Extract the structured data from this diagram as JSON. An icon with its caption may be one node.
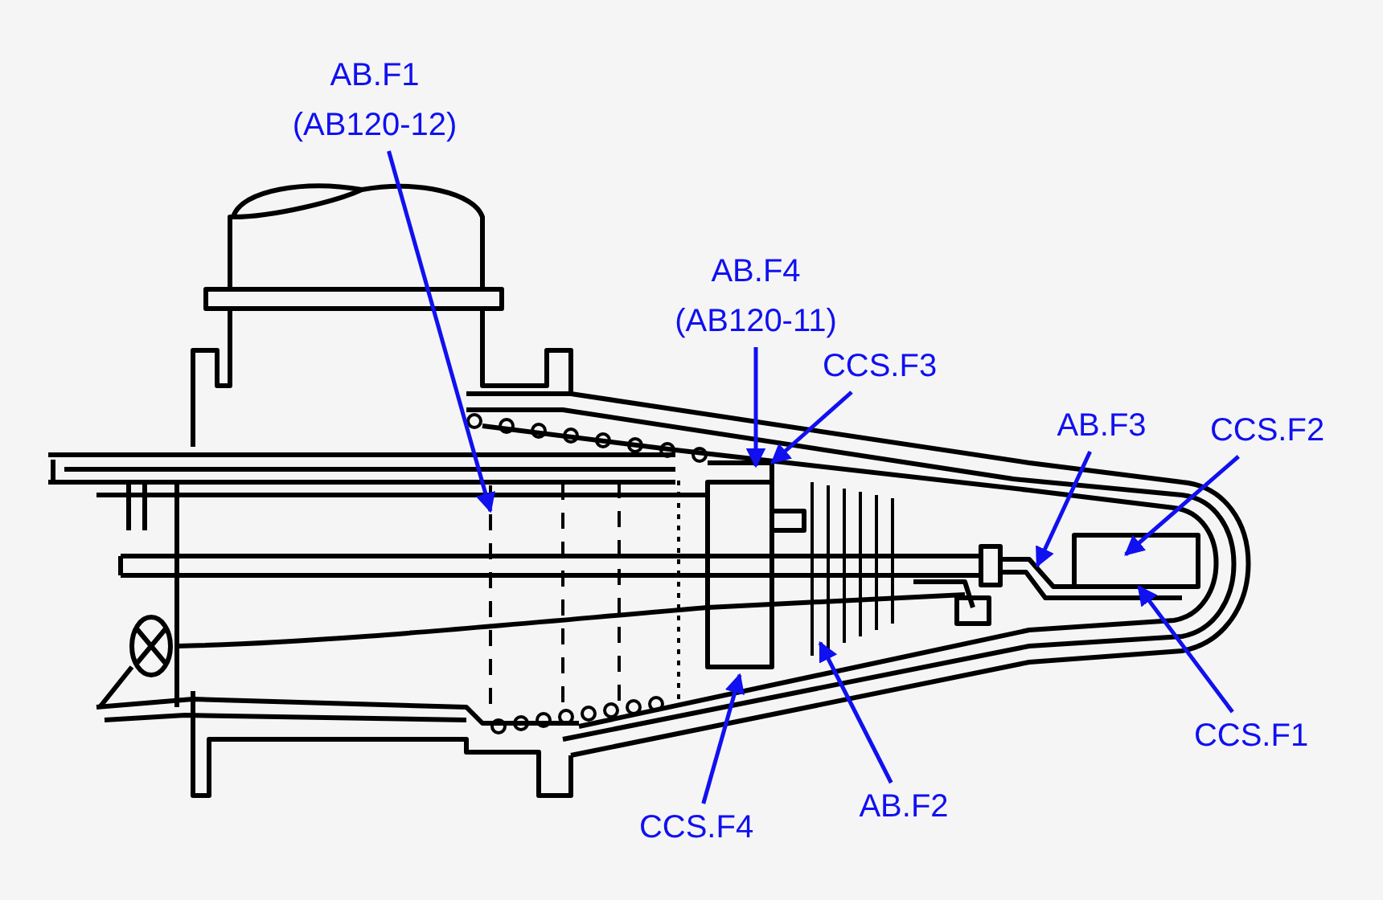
{
  "diagram": {
    "nodes": [
      {
        "text": [
          "AB.F1",
          "(AB120-12)"
        ]
      },
      {
        "text": [
          "AB.F4",
          "(AB120-11)"
        ]
      },
      {
        "text": [
          "CCS.F3"
        ]
      },
      {
        "text": [
          "AB.F3"
        ]
      },
      {
        "text": [
          "CCS.F2"
        ]
      },
      {
        "text": [
          "CCS.F1"
        ]
      },
      {
        "text": [
          "CCS.F4"
        ]
      },
      {
        "text": [
          "AB.F2"
        ]
      }
    ],
    "edges": [
      {
        "from": 0,
        "to": null,
        "arrow": "to"
      },
      {
        "from": 1,
        "to": null,
        "arrow": "to"
      },
      {
        "from": 2,
        "to": null,
        "arrow": "to"
      },
      {
        "from": 3,
        "to": null,
        "arrow": "to"
      },
      {
        "from": 4,
        "to": null,
        "arrow": "to"
      },
      {
        "from": 5,
        "to": null,
        "arrow": "to"
      },
      {
        "from": 6,
        "to": null,
        "arrow": "to"
      },
      {
        "from": 7,
        "to": null,
        "arrow": "to"
      }
    ]
  }
}
